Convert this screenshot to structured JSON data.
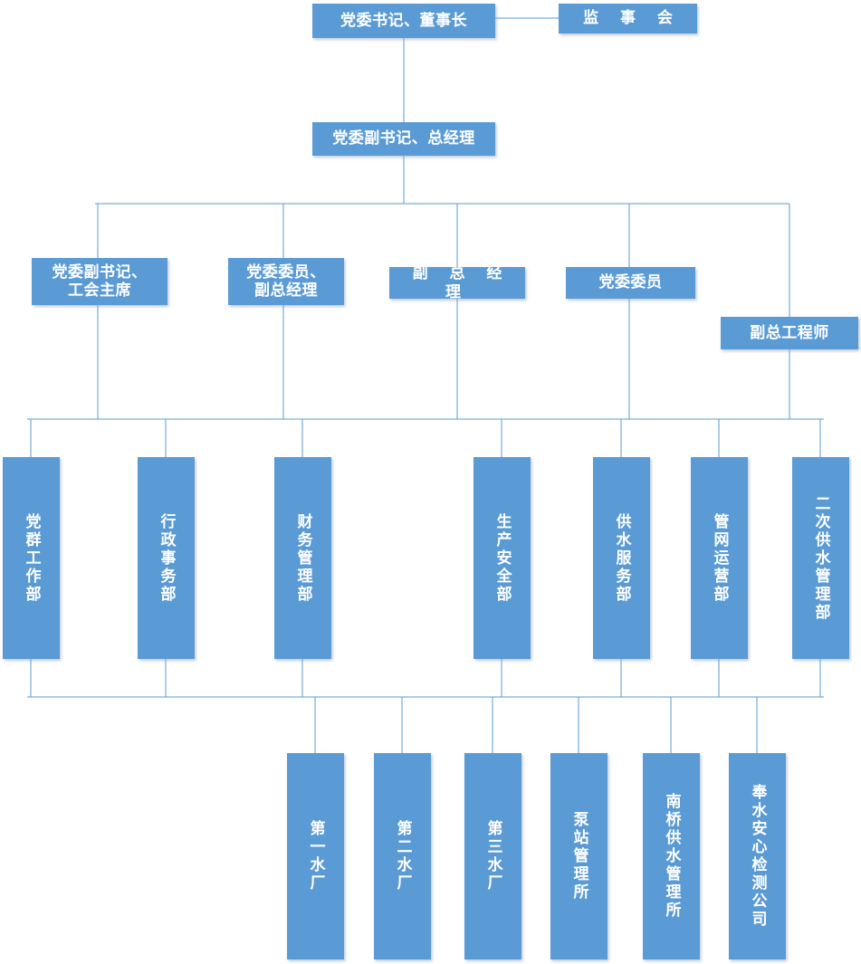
{
  "diagram": {
    "title": "组织架构图",
    "type": "org-chart",
    "colors": {
      "node_fill": "#5b9bd5",
      "node_text": "#ffffff",
      "connector": "#5b9bd5",
      "background": "#ffffff"
    }
  },
  "levels": {
    "level1": {
      "chairman": "党委书记、董事长",
      "supervisory_board": "监 事 会"
    },
    "level2": {
      "general_manager": "党委副书记、总经理"
    },
    "level3": [
      {
        "label": "党委副书记、\n工会主席"
      },
      {
        "label": "党委委员、\n副总经理"
      },
      {
        "label": "副 总 经 理"
      },
      {
        "label": "党委委员"
      },
      {
        "label": "副总工程师"
      }
    ],
    "departments": [
      {
        "label": "党群工作部"
      },
      {
        "label": "行政事务部"
      },
      {
        "label": "财务管理部"
      },
      {
        "label": "生产安全部"
      },
      {
        "label": "供水服务部"
      },
      {
        "label": "管网运营部"
      },
      {
        "label": "二次供水管理部"
      }
    ],
    "units": [
      {
        "label": "第一水厂"
      },
      {
        "label": "第二水厂"
      },
      {
        "label": "第三水厂"
      },
      {
        "label": "泵站管理所"
      },
      {
        "label": "南桥供水管理所"
      },
      {
        "label": "奉水安心检测公司"
      }
    ]
  }
}
